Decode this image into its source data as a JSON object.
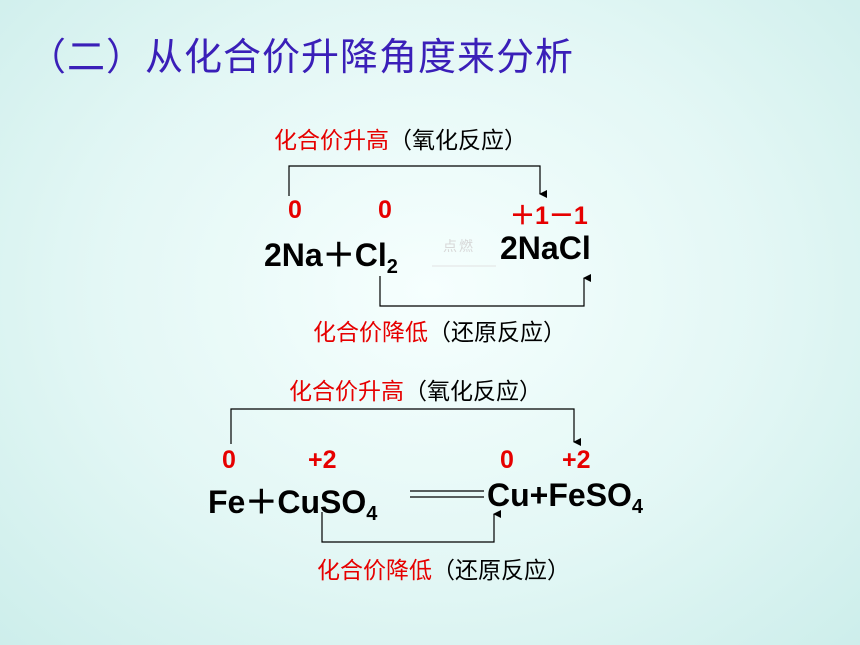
{
  "title": "（二）从化合价升降角度来分析",
  "reaction1": {
    "up_label_red": "化合价升高",
    "up_label_black": "（氧化反应）",
    "ox_na": "0",
    "ox_cl": "0",
    "ox_product": "＋1－1",
    "eq_left": "2Na＋Cl",
    "eq_left_sub": "2",
    "condition": "点燃",
    "eq_right": "2NaCl",
    "down_label_red": "化合价降低",
    "down_label_black": "（还原反应）"
  },
  "reaction2": {
    "up_label_red": "化合价升高",
    "up_label_black": "（氧化反应）",
    "ox_fe": "0",
    "ox_cu": "+2",
    "ox_cu_product": "0",
    "ox_fe_product": "+2",
    "eq_left": "Fe＋CuSO",
    "eq_left_sub": "4",
    "eq_right": "Cu+FeSO",
    "eq_right_sub": "4",
    "down_label_red": "化合价降低",
    "down_label_black": "（还原反应）"
  }
}
